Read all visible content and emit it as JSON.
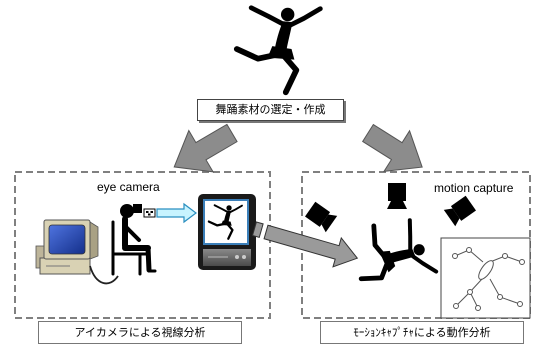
{
  "diagram": {
    "top_box": "舞踊素材の選定・作成",
    "eye_camera_label": "eye camera",
    "motion_capture_label": "motion capture",
    "left_caption": "アイカメラによる視線分析",
    "right_caption": "ﾓｰｼｮﾝｷｬﾌﾟﾁｬによる動作分析"
  },
  "icons": [
    "dancer-icon",
    "computer-icon",
    "seated-person-icon",
    "eye-camera-icon",
    "tv-monitor-icon",
    "motion-capture-camera-icon",
    "stick-figure-icon"
  ],
  "colors": {
    "flow_arrow": "#8c8c8c",
    "dashed_border": "#808080",
    "gaze_arrow_fill": "#c8f4ff",
    "gaze_arrow_stroke": "#2a8fc0",
    "screen_blue": "#1f46b8",
    "silhouette": "#000000"
  }
}
